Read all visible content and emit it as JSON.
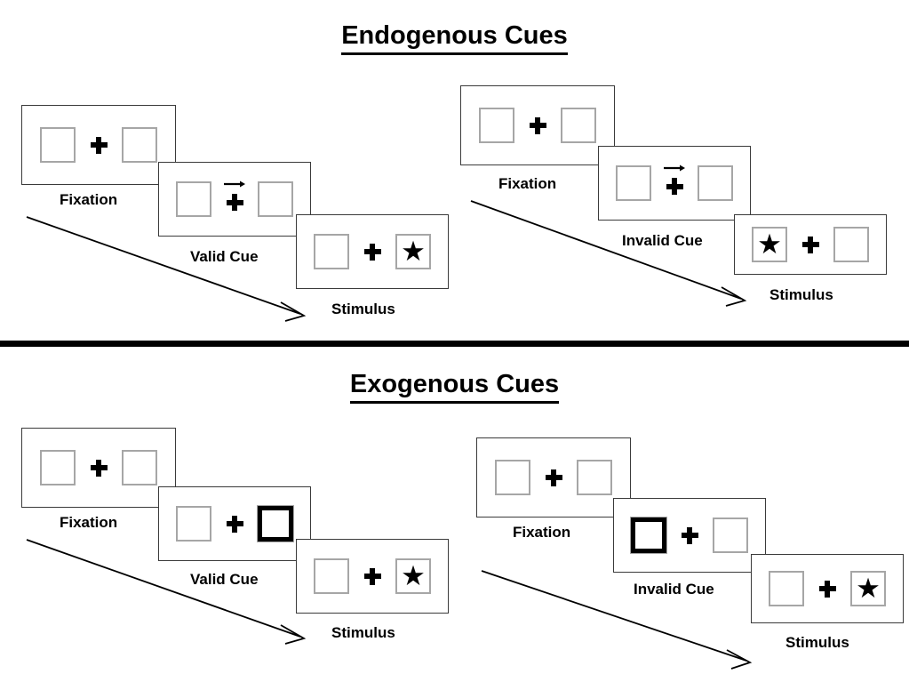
{
  "sections": [
    {
      "id": "endogenous",
      "title": "Endogenous Cues",
      "sequences": [
        {
          "id": "endogenous-valid",
          "condition": "valid",
          "frames": [
            {
              "id": "fixation",
              "caption": "Fixation",
              "cue": "none",
              "arrow": false,
              "cued_box": "none",
              "stimulus_box": "none"
            },
            {
              "id": "cue",
              "caption": "Valid Cue",
              "cue": "arrow-right",
              "arrow": true,
              "cued_box": "none",
              "stimulus_box": "none"
            },
            {
              "id": "stimulus",
              "caption": "Stimulus",
              "cue": "none",
              "arrow": false,
              "cued_box": "none",
              "stimulus_box": "right"
            }
          ]
        },
        {
          "id": "endogenous-invalid",
          "condition": "invalid",
          "frames": [
            {
              "id": "fixation",
              "caption": "Fixation",
              "cue": "none",
              "arrow": false,
              "cued_box": "none",
              "stimulus_box": "none"
            },
            {
              "id": "cue",
              "caption": "Invalid Cue",
              "cue": "arrow-right",
              "arrow": true,
              "cued_box": "none",
              "stimulus_box": "none"
            },
            {
              "id": "stimulus",
              "caption": "Stimulus",
              "cue": "none",
              "arrow": false,
              "cued_box": "none",
              "stimulus_box": "left"
            }
          ]
        }
      ]
    },
    {
      "id": "exogenous",
      "title": "Exogenous Cues",
      "sequences": [
        {
          "id": "exogenous-valid",
          "condition": "valid",
          "frames": [
            {
              "id": "fixation",
              "caption": "Fixation",
              "cue": "none",
              "arrow": false,
              "cued_box": "none",
              "stimulus_box": "none"
            },
            {
              "id": "cue",
              "caption": "Valid Cue",
              "cue": "box-flash",
              "arrow": false,
              "cued_box": "right",
              "stimulus_box": "none"
            },
            {
              "id": "stimulus",
              "caption": "Stimulus",
              "cue": "none",
              "arrow": false,
              "cued_box": "none",
              "stimulus_box": "right"
            }
          ]
        },
        {
          "id": "exogenous-invalid",
          "condition": "invalid",
          "frames": [
            {
              "id": "fixation",
              "caption": "Fixation",
              "cue": "none",
              "arrow": false,
              "cued_box": "none",
              "stimulus_box": "none"
            },
            {
              "id": "cue",
              "caption": "Invalid Cue",
              "cue": "box-flash",
              "arrow": false,
              "cued_box": "left",
              "stimulus_box": "none"
            },
            {
              "id": "stimulus",
              "caption": "Stimulus",
              "cue": "none",
              "arrow": false,
              "cued_box": "none",
              "stimulus_box": "right"
            }
          ]
        }
      ]
    }
  ],
  "glyphs": {
    "star": "★",
    "fixation_cross": "plus-cross",
    "arrow_cue": "arrow-right-icon",
    "time_arrow": "time-arrow-icon"
  },
  "colors": {
    "panel_border": "#3a3a3a",
    "box_border": "#a6a6a6",
    "cue_box_border": "#000000",
    "ink": "#000000",
    "background": "#ffffff",
    "divider": "#000000"
  }
}
